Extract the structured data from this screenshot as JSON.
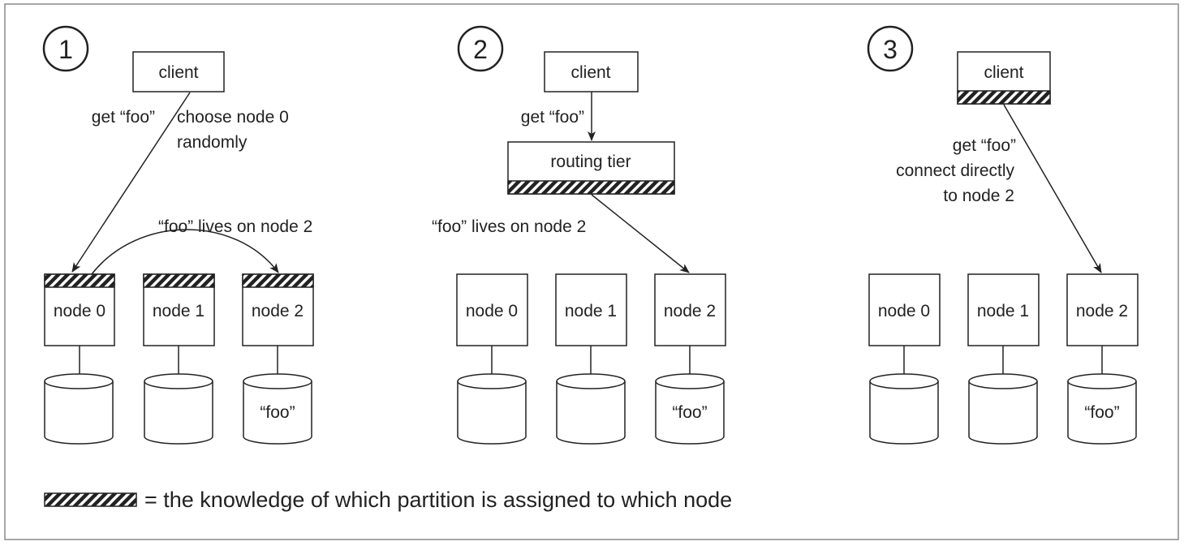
{
  "panels": [
    {
      "number": "1",
      "client": "client",
      "request": "get “foo”",
      "note_lines": [
        "choose node 0",
        "randomly"
      ],
      "forward_note": "“foo” lives on node 2",
      "nodes": [
        "node 0",
        "node 1",
        "node 2"
      ],
      "disk_labels": [
        "",
        "",
        "“foo”"
      ]
    },
    {
      "number": "2",
      "client": "client",
      "request": "get “foo”",
      "router": "routing tier",
      "forward_note": "“foo” lives on node 2",
      "nodes": [
        "node 0",
        "node 1",
        "node 2"
      ],
      "disk_labels": [
        "",
        "",
        "“foo”"
      ]
    },
    {
      "number": "3",
      "client": "client",
      "note_lines": [
        "get “foo”",
        "connect directly",
        "to node 2"
      ],
      "nodes": [
        "node 0",
        "node 1",
        "node 2"
      ],
      "disk_labels": [
        "",
        "",
        "“foo”"
      ]
    }
  ],
  "legend": {
    "text": "= the knowledge of which partition is assigned to which node"
  },
  "colors": {
    "ink": "#222222",
    "frame": "#8a8a8a"
  }
}
